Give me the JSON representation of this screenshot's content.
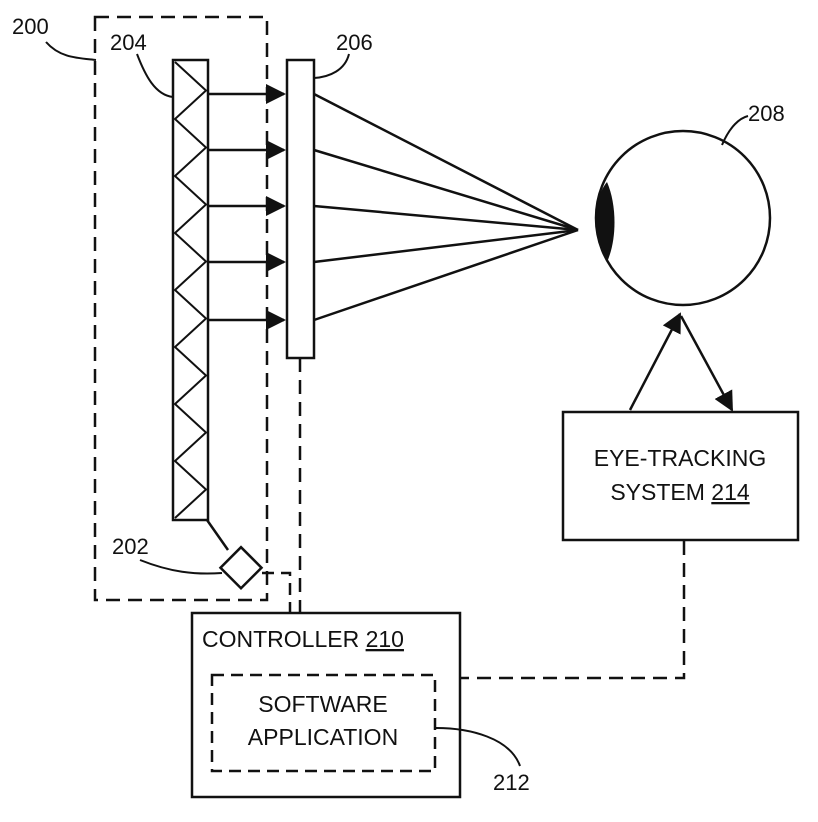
{
  "labels": {
    "r200": "200",
    "r202": "202",
    "r204": "204",
    "r206": "206",
    "r208": "208",
    "r212": "212"
  },
  "eye_tracking": {
    "line1": "EYE-TRACKING",
    "line2_text": "SYSTEM ",
    "line2_ref": "214"
  },
  "controller": {
    "text": "CONTROLLER ",
    "ref": "210"
  },
  "software": {
    "line1": "SOFTWARE",
    "line2": "APPLICATION"
  }
}
